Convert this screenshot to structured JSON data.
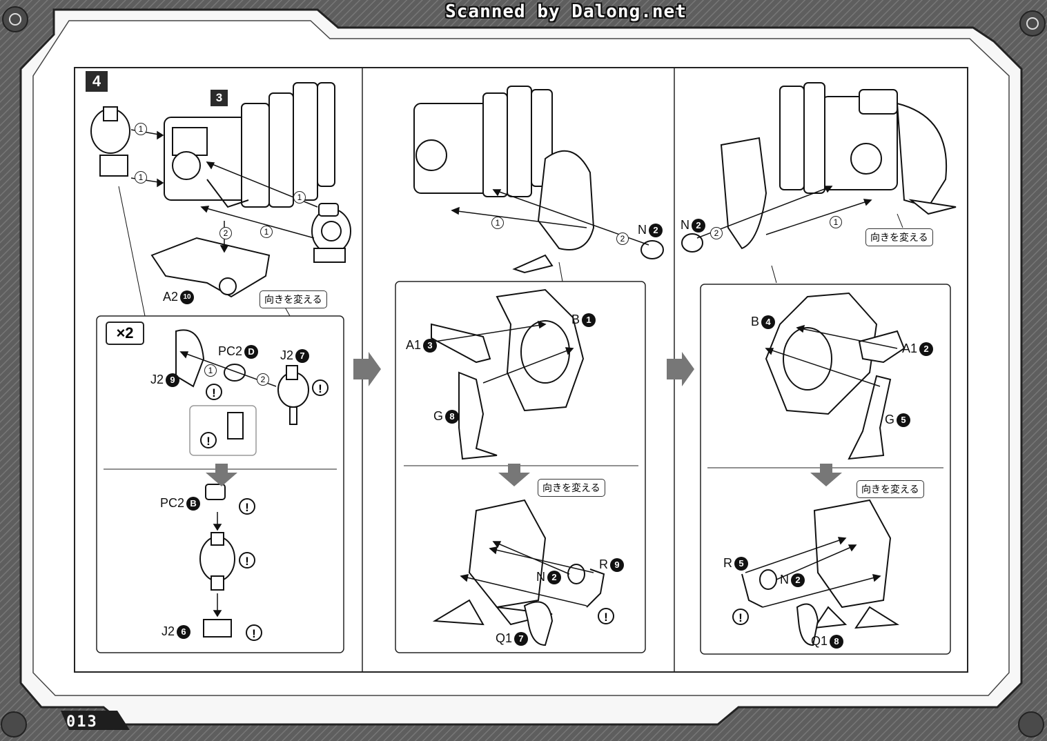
{
  "watermark": "Scanned by Dalong.net",
  "page_number": "013",
  "step": "4",
  "subassembly_ref": "3",
  "multiplier": "×2",
  "turn_over_label": "向きを変える",
  "caution_mark": "!",
  "order_marks": [
    "1",
    "2"
  ],
  "panel1": {
    "parts": [
      {
        "code": "A2",
        "num": "10"
      },
      {
        "code": "PC2",
        "num": "D"
      },
      {
        "code": "J2",
        "num": "7"
      },
      {
        "code": "J2",
        "num": "9"
      },
      {
        "code": "PC2",
        "num": "B"
      },
      {
        "code": "J2",
        "num": "6"
      }
    ]
  },
  "panel2": {
    "parts": [
      {
        "code": "N",
        "num": "2"
      },
      {
        "code": "B",
        "num": "1"
      },
      {
        "code": "A1",
        "num": "3"
      },
      {
        "code": "G",
        "num": "8"
      },
      {
        "code": "R",
        "num": "9"
      },
      {
        "code": "N",
        "num": "2"
      },
      {
        "code": "Q1",
        "num": "7"
      }
    ]
  },
  "panel3": {
    "parts": [
      {
        "code": "N",
        "num": "2"
      },
      {
        "code": "B",
        "num": "4"
      },
      {
        "code": "A1",
        "num": "2"
      },
      {
        "code": "G",
        "num": "5"
      },
      {
        "code": "R",
        "num": "5"
      },
      {
        "code": "N",
        "num": "2"
      },
      {
        "code": "Q1",
        "num": "8"
      }
    ]
  },
  "colors": {
    "frame": "#6c6c6c",
    "frame_dark": "#3a3a3a",
    "ink": "#111111",
    "panel": "#ffffff"
  }
}
